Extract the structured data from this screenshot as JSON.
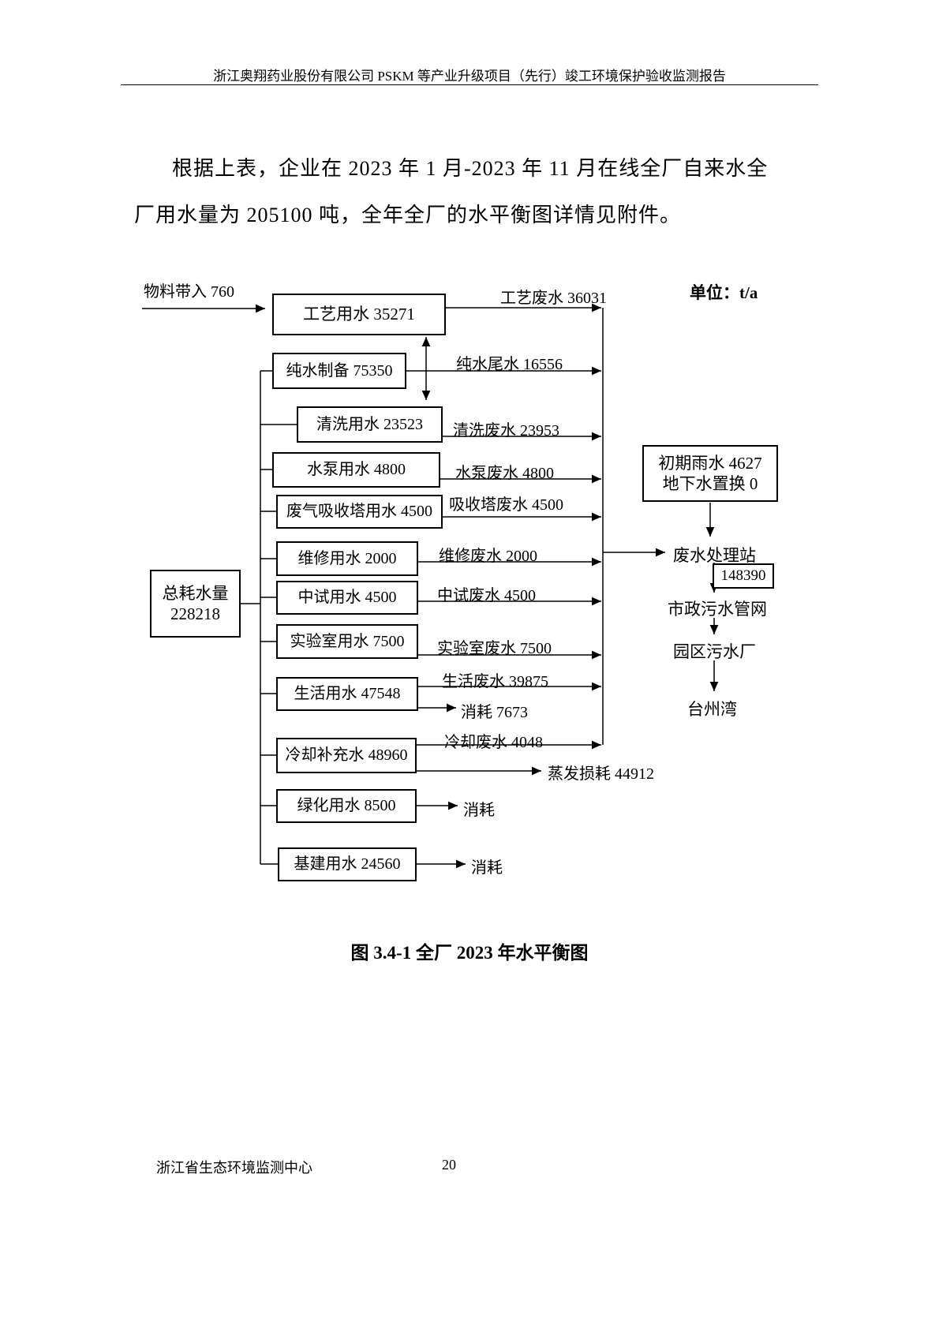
{
  "header": {
    "title": "浙江奥翔药业股份有限公司 PSKM 等产业升级项目（先行）竣工环境保护验收监测报告"
  },
  "paragraph": {
    "line1": "根据上表，企业在 2023 年 1 月-2023 年 11 月在线全厂自来水全",
    "line2": "厂用水量为 205100 吨，全年全厂的水平衡图详情见附件。"
  },
  "diagram": {
    "unit": "单位：t/a",
    "material_in": "物料带入 760",
    "total": {
      "line1": "总耗水量",
      "line2": "228218"
    },
    "usage_boxes": {
      "process": "工艺用水 35271",
      "pure_water": "纯水制备 75350",
      "cleaning": "清洗用水 23523",
      "pump": "水泵用水 4800",
      "scrubber": "废气吸收塔用水 4500",
      "maintenance": "维修用水 2000",
      "pilot": "中试用水 4500",
      "lab": "实验室用水 7500",
      "domestic": "生活用水 47548",
      "cooling": "冷却补充水 48960",
      "greening": "绿化用水 8500",
      "construction": "基建用水 24560"
    },
    "flows": {
      "process_ww": "工艺废水 36031",
      "pure_tail": "纯水尾水 16556",
      "cleaning_ww": "清洗废水 23953",
      "pump_ww": "水泵废水 4800",
      "scrubber_ww": "吸收塔废水 4500",
      "maintenance_ww": "维修废水 2000",
      "pilot_ww": "中试废水 4500",
      "lab_ww": "实验室废水 7500",
      "domestic_ww": "生活废水 39875",
      "domestic_consume": "消耗 7673",
      "cooling_ww": "冷却废水 4048",
      "evaporation": "蒸发损耗 44912",
      "greening_consume": "消耗",
      "construction_consume": "消耗"
    },
    "right": {
      "rain_line1": "初期雨水 4627",
      "rain_line2": "地下水置换 0",
      "wwtp": "废水处理站",
      "wwtp_amount": "148390",
      "municipal": "市政污水管网",
      "park_plant": "园区污水厂",
      "bay": "台州湾"
    }
  },
  "caption": "图 3.4-1 全厂 2023 年水平衡图",
  "footer": {
    "org": "浙江省生态环境监测中心",
    "page": "20"
  }
}
